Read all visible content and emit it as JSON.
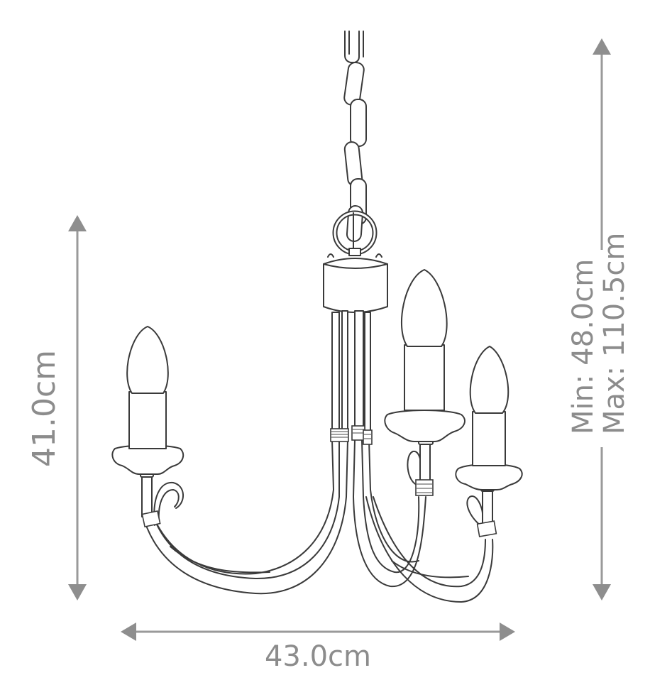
{
  "diagram": {
    "subject": "three-arm candle chandelier on chain",
    "line_color": "#3a3a3a",
    "dimension_color": "#8c8c8c",
    "background": "#ffffff",
    "dimensions": {
      "height": {
        "label": "41.0cm",
        "orientation": "vertical",
        "position": "left"
      },
      "width": {
        "label": "43.0cm",
        "orientation": "horizontal",
        "position": "bottom"
      },
      "drop": {
        "orientation": "vertical",
        "position": "right",
        "min_label": "Min: 48.0cm",
        "max_label": "Max: 110.5cm"
      }
    },
    "components": [
      "chain",
      "ceiling-ring",
      "central-hub",
      "arms",
      "candle-sleeves",
      "candle-bulbs",
      "drip-trays",
      "wire-bindings",
      "scroll-hooks"
    ],
    "arm_count": 3
  }
}
